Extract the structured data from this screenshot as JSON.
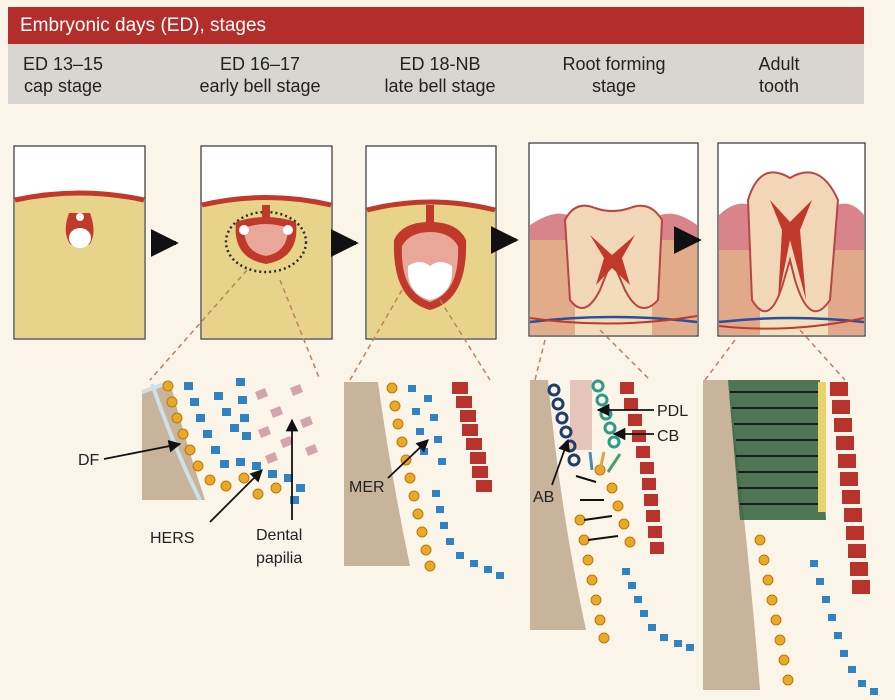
{
  "header": {
    "title": "Embryonic days (ED), stages"
  },
  "stages": [
    {
      "line1": "ED 13–15",
      "line2": "cap stage"
    },
    {
      "line1": "ED 16–17",
      "line2": "early bell stage"
    },
    {
      "line1": "ED 18-NB",
      "line2": "late bell stage"
    },
    {
      "line1": "Root forming",
      "line2": "stage"
    },
    {
      "line1": "Adult",
      "line2": "tooth"
    }
  ],
  "labels": {
    "df": "DF",
    "hers": "HERS",
    "dental_papilla_1": "Dental",
    "dental_papilla_2": "papilia",
    "mer": "MER",
    "pdl": "PDL",
    "cb": "CB",
    "ab": "AB"
  },
  "colors": {
    "header": "#b32d2a",
    "stage_band": "#d9d6d2",
    "mesenchyme": "#e8d38a",
    "epithelium": "#c0392b",
    "bone": "#c8b49a",
    "yellow_cells": "#e9a826",
    "blue_cells": "#2f83c2"
  }
}
